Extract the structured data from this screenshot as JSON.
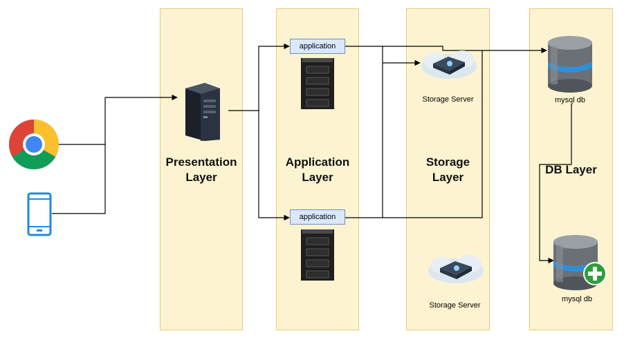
{
  "lanes": {
    "presentation": "Presentation\nLayer",
    "application": "Application\nLayer",
    "storage": "Storage\nLayer",
    "db": "DB Layer"
  },
  "nodes": {
    "app_top": "application",
    "app_bottom": "application",
    "storage_top": "Storage Server",
    "storage_bottom": "Storage Server",
    "db_top": "mysql db",
    "db_bottom": "mysql db"
  },
  "colors": {
    "lane_fill": "#fdf3d0",
    "lane_border": "#e8c97a",
    "app_fill": "#dae8fc",
    "app_border": "#6c8ebf",
    "mobile_blue": "#1e88e5"
  },
  "icons": {
    "browser": "chrome-browser-icon",
    "mobile": "mobile-phone-icon",
    "web_server": "server-tower-icon",
    "app_server": "server-rack-icon",
    "storage": "storage-server-icon",
    "database": "database-icon",
    "database_replica": "database-add-icon"
  }
}
